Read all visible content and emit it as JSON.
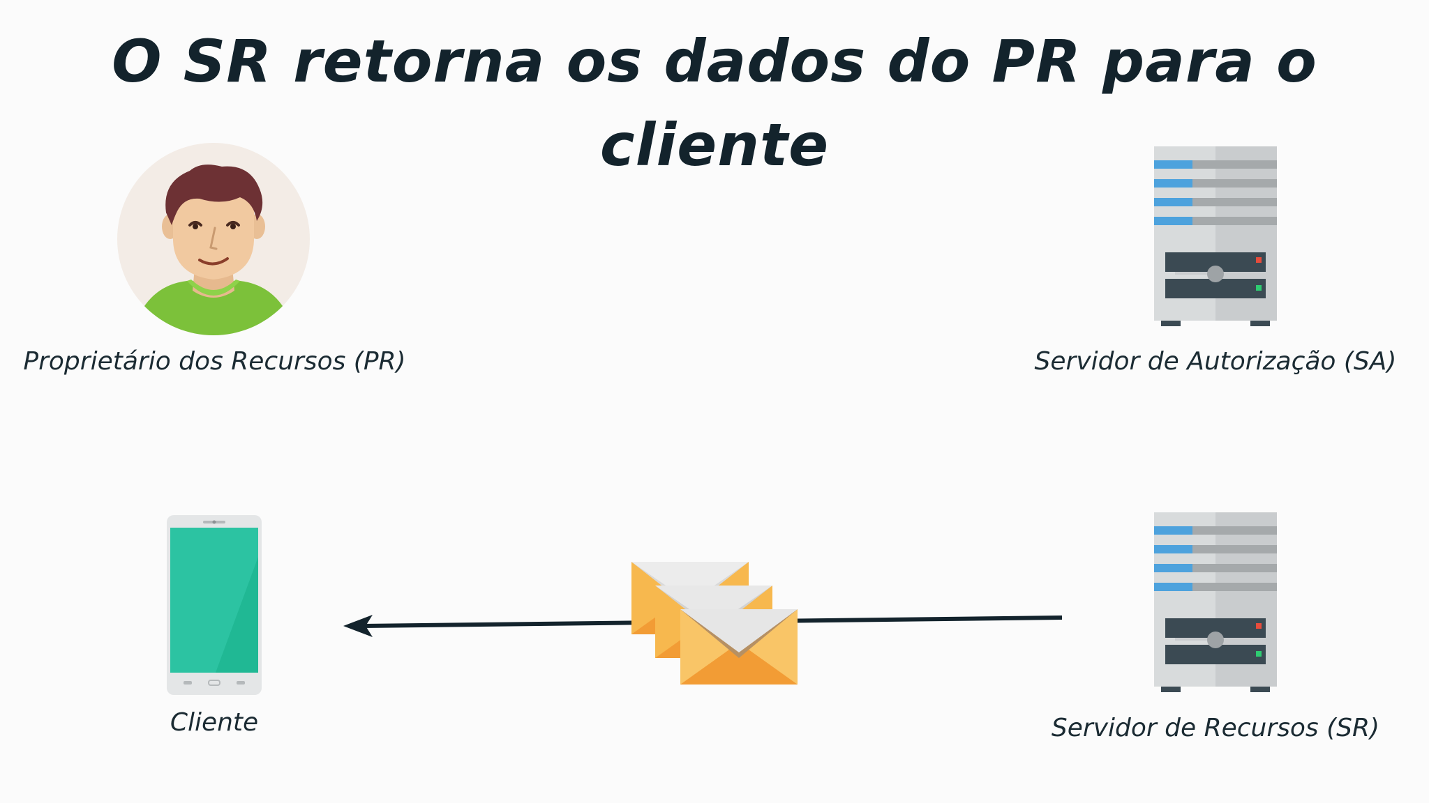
{
  "title": "O SR retorna os dados do PR para o cliente",
  "nodes": {
    "resource_owner": {
      "label": "Proprietário dos Recursos (PR)",
      "icon": "person-avatar-icon"
    },
    "auth_server": {
      "label": "Servidor de Autorização (SA)",
      "icon": "server-icon"
    },
    "client": {
      "label": "Cliente",
      "icon": "smartphone-icon"
    },
    "resource_server": {
      "label": "Servidor de Recursos (SR)",
      "icon": "server-icon"
    }
  },
  "flow": {
    "from": "resource_server",
    "to": "client",
    "payload_icon": "envelopes-icon"
  },
  "colors": {
    "title": "#13232c",
    "arrow": "#13232c",
    "phone_screen": "#2cc3a2",
    "avatar_bg": "#f3ece6",
    "shirt": "#7cc13a",
    "server_body": "#d7dadb",
    "server_stripe": "#4da2dd",
    "envelope_body": "#f9c567",
    "envelope_flap": "#e0e0e0"
  }
}
